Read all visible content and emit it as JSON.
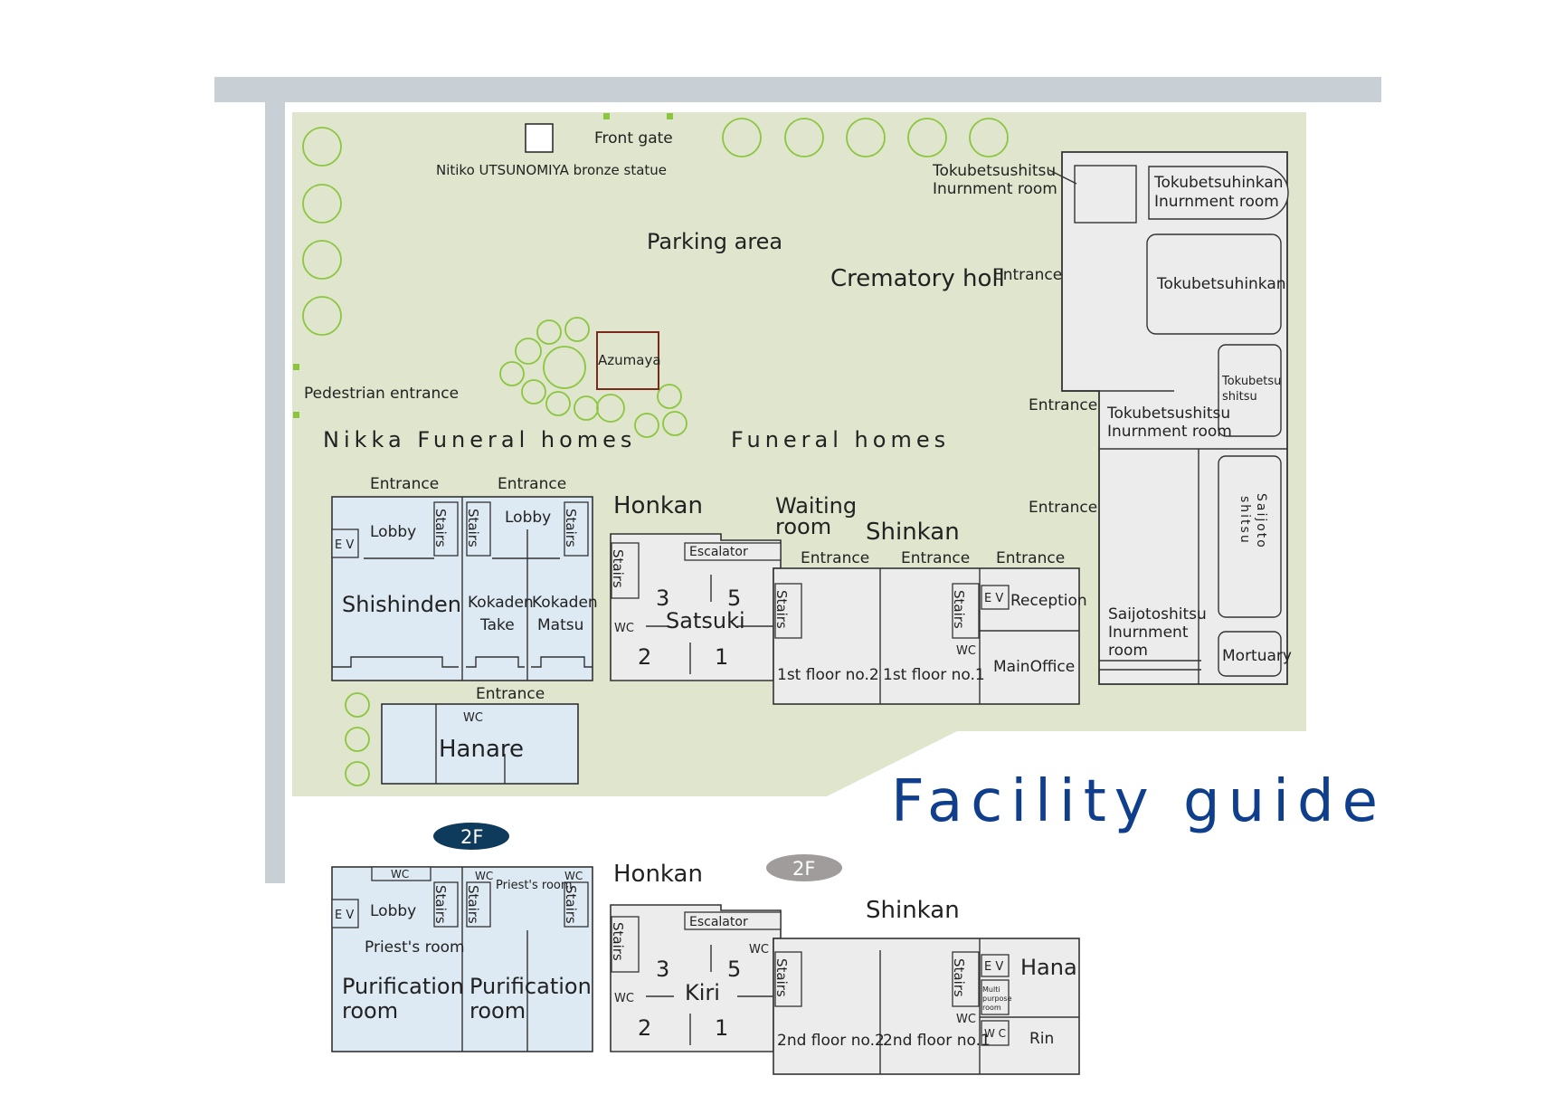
{
  "title": "Facility guide",
  "colors": {
    "ground": "#dfe6cd",
    "road": "#c8d0d6",
    "room_blue": "#dde9f3",
    "room_gray": "#ececec",
    "title": "#0f3f8c",
    "badge_dark": "#0e3b5c",
    "badge_gray": "#a19c9c",
    "tree": "#8cc63f",
    "azumaya": "#7a2a1a"
  },
  "site": {
    "front_gate": "Front gate",
    "statue": "Nitiko UTSUNOMIYA bronze statue",
    "parking": "Parking area",
    "crematory": "Crematory holl",
    "azumaya": "Azumaya",
    "pedestrian_entrance": "Pedestrian entrance",
    "nikka": "Nikka Funeral homes",
    "funeral_homes": "Funeral homes",
    "entrance": "Entrance"
  },
  "crematory": {
    "tokubetsushitsu_inurnment_1": "Tokubetsushitsu",
    "tokubetsushitsu_inurnment_1b": "Inurnment room",
    "tokubetsuhinkan_inurnment_a": "Tokubetsuhinkan",
    "tokubetsuhinkan_inurnment_b": "Inurnment room",
    "tokubetsuhinkan": "Tokubetsuhinkan",
    "tokubetsu_a": "Tokubetsu",
    "tokubetsu_b": "shitsu",
    "tokubetsushitsu_inurnment_2": "Tokubetsushitsu",
    "tokubetsushitsu_inurnment_2b": "Inurnment room",
    "saijoto_col1": "shitsu",
    "saijoto_col2": "Saijoto",
    "saijotoshitsu_a": "Saijotoshitsu",
    "saijotoshitsu_b": "Inurnment",
    "saijotoshitsu_c": "room",
    "mortuary": "Mortuary"
  },
  "floor1": {
    "nikka": {
      "entrance_1": "Entrance",
      "entrance_2": "Entrance",
      "ev": "E V",
      "lobby_1": "Lobby",
      "stairs": "Stairs",
      "lobby_2": "Lobby",
      "shishinden": "Shishinden",
      "kokaden_take_a": "Kokaden",
      "kokaden_take_b": "Take",
      "kokaden_matsu_a": "Kokaden",
      "kokaden_matsu_b": "Matsu"
    },
    "hanare": {
      "entrance": "Entrance",
      "wc": "WC",
      "name": "Hanare"
    },
    "honkan": {
      "name": "Honkan",
      "escalator": "Escalator",
      "stairs": "Stairs",
      "wc": "WC",
      "room_3": "3",
      "room_5": "5",
      "room_2": "2",
      "room_1": "1",
      "hall": "Satsuki"
    },
    "waiting": {
      "line1": "Waiting",
      "line2": "room"
    },
    "shinkan": {
      "name": "Shinkan",
      "entrance_1": "Entrance",
      "entrance_2": "Entrance",
      "entrance_3": "Entrance",
      "stairs_1": "Stairs",
      "stairs_2": "Stairs",
      "ev": "E V",
      "reception": "Reception",
      "wc": "WC",
      "main_office": "MainOffice",
      "hall_2": "1st floor no.2",
      "hall_1": "1st floor no.1"
    }
  },
  "floor2": {
    "badge_nikka": "2F",
    "badge_main": "2F",
    "nikka": {
      "wc_1": "WC",
      "wc_2": "WC",
      "wc_3": "WC",
      "priests_room_small": "Priest's room",
      "ev": "E V",
      "lobby": "Lobby",
      "stairs": "Stairs",
      "priests_room": "Priest's room",
      "purification_1a": "Purification",
      "purification_1b": "room",
      "purification_2a": "Purification",
      "purification_2b": "room"
    },
    "honkan": {
      "name": "Honkan",
      "escalator": "Escalator",
      "stairs": "Stairs",
      "wc_1": "WC",
      "wc_2": "WC",
      "room_3": "3",
      "room_5": "5",
      "room_2": "2",
      "room_1": "1",
      "hall": "Kiri"
    },
    "shinkan": {
      "name": "Shinkan",
      "stairs_1": "Stairs",
      "stairs_2": "Stairs",
      "ev": "E V",
      "multi_a": "Multi",
      "multi_b": "purpose",
      "multi_c": "room",
      "wc_1": "WC",
      "wc_2": "W C",
      "hana": "Hana",
      "rin": "Rin",
      "hall_2": "2nd floor no.2",
      "hall_1": "2nd floor no.1"
    }
  }
}
